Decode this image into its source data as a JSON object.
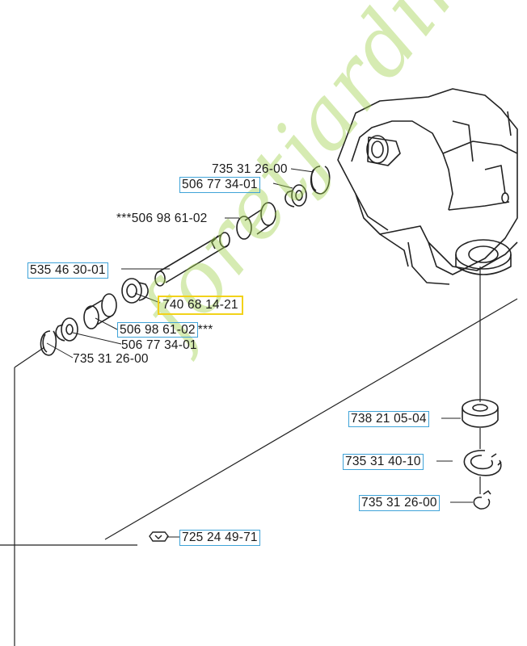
{
  "diagram": {
    "labels": [
      {
        "id": "735-31-26-00-top",
        "text": "735 31 26-00",
        "boxed": false
      },
      {
        "id": "506-77-34-01-top",
        "text": "506 77 34-01",
        "boxed": true
      },
      {
        "id": "506-98-61-02-top",
        "text": "***506 98 61-02",
        "boxed": false
      },
      {
        "id": "535-46-30-01",
        "text": "535 46 30-01",
        "boxed": true
      },
      {
        "id": "740-68-14-21",
        "text": "740 68 14-21",
        "highlighted": true
      },
      {
        "id": "506-98-61-02-bot",
        "text": "506 98 61-02",
        "suffix": "***",
        "boxed": true
      },
      {
        "id": "506-77-34-01-bot",
        "text": "506 77 34-01",
        "boxed": false
      },
      {
        "id": "735-31-26-00-bot",
        "text": "735 31 26-00",
        "boxed": false
      },
      {
        "id": "738-21-05-04",
        "text": "738 21 05-04",
        "boxed": true
      },
      {
        "id": "735-31-40-10",
        "text": "735 31 40-10",
        "boxed": true
      },
      {
        "id": "735-31-26-00-right",
        "text": "735 31 26-00",
        "boxed": true
      },
      {
        "id": "725-24-49-71",
        "text": "725 24 49-71",
        "boxed": true
      }
    ],
    "watermark": "foretjardin.com",
    "colors": {
      "line": "#222222",
      "label_box": "#3fa3d8",
      "highlight": "#f2d21a",
      "watermark": "#9fd04a"
    }
  }
}
